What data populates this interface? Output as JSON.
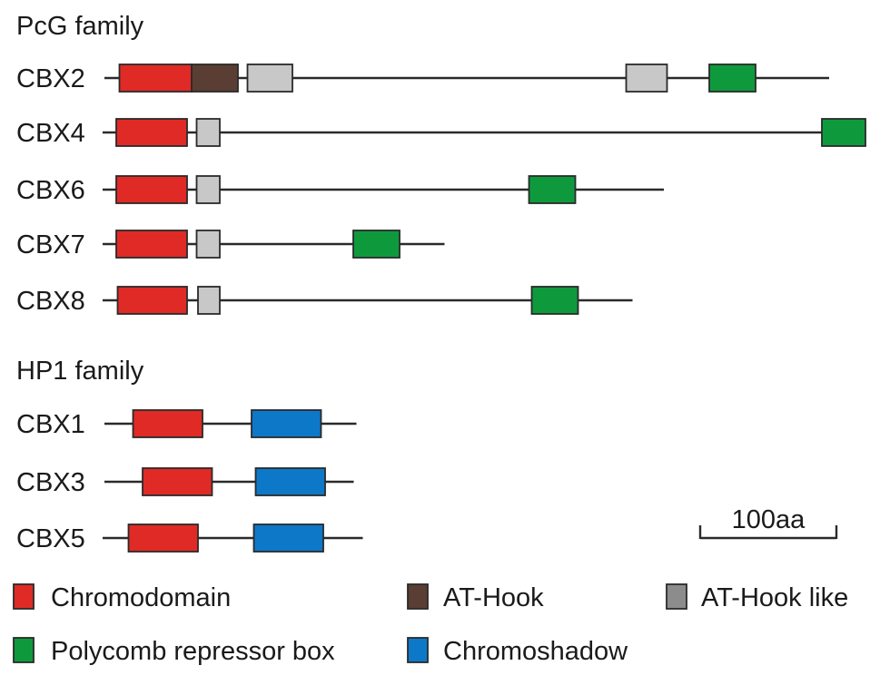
{
  "families": [
    {
      "label": "PcG family",
      "proteins": [
        {
          "name": "CBX2",
          "length": 532,
          "domains": [
            {
              "type": "chromodomain",
              "start": 11,
              "end": 64
            },
            {
              "type": "at_hook",
              "start": 64,
              "end": 98
            },
            {
              "type": "at_hook_like",
              "start": 105,
              "end": 138
            },
            {
              "type": "at_hook_like",
              "start": 383,
              "end": 413
            },
            {
              "type": "polycomb_repressor_box",
              "start": 444,
              "end": 478
            }
          ]
        },
        {
          "name": "CBX4",
          "length": 560,
          "domains": [
            {
              "type": "chromodomain",
              "start": 10,
              "end": 62
            },
            {
              "type": "at_hook_like",
              "start": 69,
              "end": 86
            },
            {
              "type": "polycomb_repressor_box",
              "start": 528,
              "end": 560
            }
          ]
        },
        {
          "name": "CBX6",
          "length": 412,
          "domains": [
            {
              "type": "chromodomain",
              "start": 10,
              "end": 62
            },
            {
              "type": "at_hook_like",
              "start": 69,
              "end": 86
            },
            {
              "type": "polycomb_repressor_box",
              "start": 313,
              "end": 347
            }
          ]
        },
        {
          "name": "CBX7",
          "length": 251,
          "domains": [
            {
              "type": "chromodomain",
              "start": 10,
              "end": 62
            },
            {
              "type": "at_hook_like",
              "start": 69,
              "end": 86
            },
            {
              "type": "polycomb_repressor_box",
              "start": 184,
              "end": 218
            }
          ]
        },
        {
          "name": "CBX8",
          "length": 389,
          "domains": [
            {
              "type": "chromodomain",
              "start": 11,
              "end": 62
            },
            {
              "type": "at_hook_like",
              "start": 70,
              "end": 86
            },
            {
              "type": "polycomb_repressor_box",
              "start": 315,
              "end": 349
            }
          ]
        }
      ]
    },
    {
      "label": "HP1 family",
      "proteins": [
        {
          "name": "CBX1",
          "length": 185,
          "domains": [
            {
              "type": "chromodomain",
              "start": 21,
              "end": 72
            },
            {
              "type": "chromoshadow",
              "start": 108,
              "end": 159
            }
          ]
        },
        {
          "name": "CBX3",
          "length": 183,
          "domains": [
            {
              "type": "chromodomain",
              "start": 28,
              "end": 79
            },
            {
              "type": "chromoshadow",
              "start": 111,
              "end": 162
            }
          ]
        },
        {
          "name": "CBX5",
          "length": 191,
          "domains": [
            {
              "type": "chromodomain",
              "start": 19,
              "end": 70
            },
            {
              "type": "chromoshadow",
              "start": 111,
              "end": 162
            }
          ]
        }
      ]
    }
  ],
  "scale_bar": {
    "label": "100aa",
    "length": 100
  },
  "legend": {
    "chromodomain": {
      "label": "Chromodomain",
      "color": "#e02a26"
    },
    "at_hook": {
      "label": "AT-Hook",
      "color": "#5a3d33"
    },
    "at_hook_like": {
      "label": "AT-Hook like",
      "color": "#8c8c8c"
    },
    "polycomb_repressor_box": {
      "label": "Polycomb repressor box",
      "color": "#0e9a3c"
    },
    "chromoshadow": {
      "label": "Chromoshadow",
      "color": "#0e78c8"
    }
  },
  "domain_colors": {
    "chromodomain": "#e02a26",
    "at_hook": "#5a3d33",
    "at_hook_like": "#c8c8c8",
    "polycomb_repressor_box": "#0e9a3c",
    "chromoshadow": "#0e78c8"
  }
}
